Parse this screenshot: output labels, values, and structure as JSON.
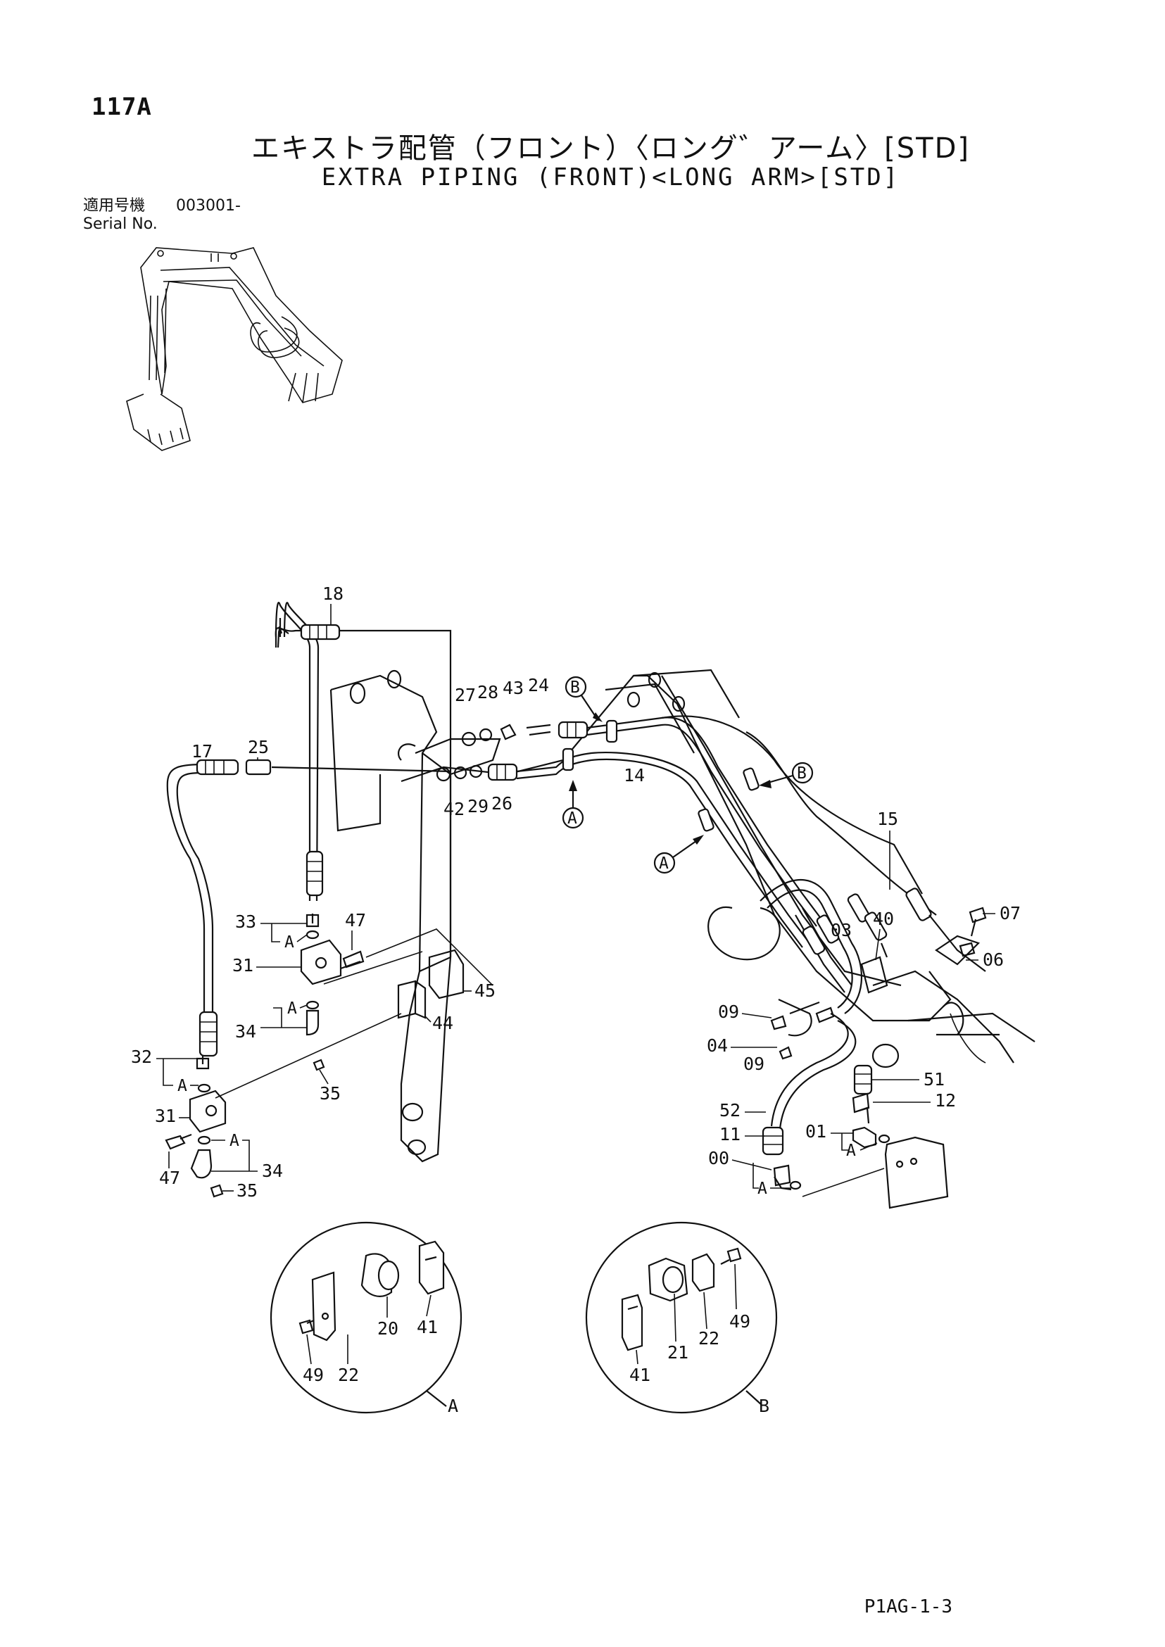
{
  "header": {
    "page_number": "117A",
    "title_jp": "エキストラ配管（フロント）〈ロング゛アーム〉[STD]",
    "title_en": "EXTRA PIPING (FRONT)<LONG ARM>[STD]",
    "serial_label_jp": "適用号機",
    "serial_label_en": "Serial No.",
    "serial_value": "003001-"
  },
  "callouts": {
    "c00": "00",
    "c01": "01",
    "c03": "03",
    "c04": "04",
    "c06": "06",
    "c07": "07",
    "c09a": "09",
    "c09b": "09",
    "c11": "11",
    "c12": "12",
    "c14": "14",
    "c15": "15",
    "c17": "17",
    "c18": "18",
    "c20": "20",
    "c21": "21",
    "c22a": "22",
    "c22b": "22",
    "c24": "24",
    "c25": "25",
    "c26": "26",
    "c27": "27",
    "c28": "28",
    "c29": "29",
    "c31a": "31",
    "c31b": "31",
    "c32": "32",
    "c33": "33",
    "c34a": "34",
    "c34b": "34",
    "c35a": "35",
    "c35b": "35",
    "c40": "40",
    "c41a": "41",
    "c41b": "41",
    "c42": "42",
    "c43": "43",
    "c44": "44",
    "c45": "45",
    "c47a": "47",
    "c47b": "47",
    "c49a": "49",
    "c49b": "49",
    "c51": "51",
    "c52": "52"
  },
  "markers": {
    "A": "A",
    "B": "B"
  },
  "detail_views": {
    "view_a": "A",
    "view_b": "B"
  },
  "footer": {
    "code": "P1AG-1-3"
  }
}
